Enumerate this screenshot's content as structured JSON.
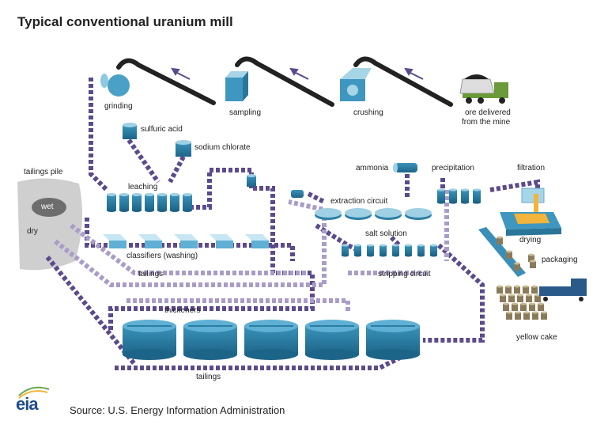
{
  "title": "Typical conventional uranium mill",
  "source": "Source: U.S. Energy Information Administration",
  "logo_text": "eia",
  "labels": {
    "grinding": "grinding",
    "sampling": "sampling",
    "crushing": "crushing",
    "ore_line1": "ore delivered",
    "ore_line2": "from the mine",
    "sulfuric_acid": "sulfuric acid",
    "sodium_chlorate": "sodium chlorate",
    "leaching": "leaching",
    "tailings_pile": "tailings pile",
    "wet": "wet",
    "dry": "dry",
    "classifiers": "classifiers (washing)",
    "tailings_mid": "tailings",
    "thickeners": "thickeners",
    "tailings_bottom": "tailings",
    "ammonia": "ammonia",
    "precipitation": "precipitation",
    "filtration": "filtration",
    "extraction_circuit": "extraction circuit",
    "salt_solution": "salt solution",
    "stripping_circuit": "stripping circuit",
    "drying": "drying",
    "packaging": "packaging",
    "yellow_cake": "yellow cake"
  },
  "colors": {
    "flow_dark": "#5b4a8c",
    "flow_light": "#a99cc8",
    "tank": "#2b7fa5",
    "tank_top": "#9fd0e4",
    "yellow": "#f2b43a"
  }
}
